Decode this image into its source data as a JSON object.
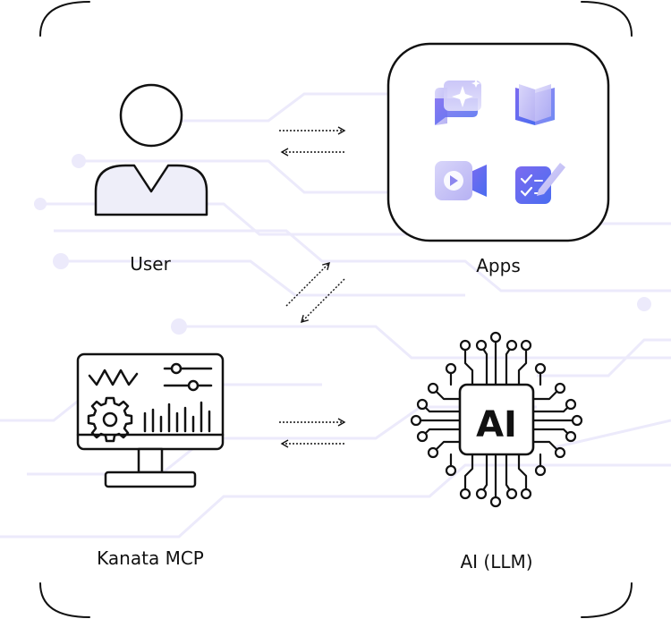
{
  "nodes": {
    "user": {
      "label": "User"
    },
    "apps": {
      "label": "Apps"
    },
    "mcp": {
      "label": "Kanata MCP"
    },
    "ai": {
      "label": "AI (LLM)",
      "chip_text": "AI"
    }
  },
  "icons": {
    "user": "user-icon",
    "apps": [
      "chat-sparkle-icon",
      "book-icon",
      "video-camera-icon",
      "checklist-pen-icon"
    ],
    "mcp": "monitor-dashboard-icon",
    "ai": "ai-chip-icon"
  },
  "colors": {
    "ink": "#111111",
    "accent_purple": "#6A5CE6",
    "accent_light": "#B9B5F5",
    "circuit": "#ECEAFB",
    "user_fill": "#EEEEF9"
  }
}
